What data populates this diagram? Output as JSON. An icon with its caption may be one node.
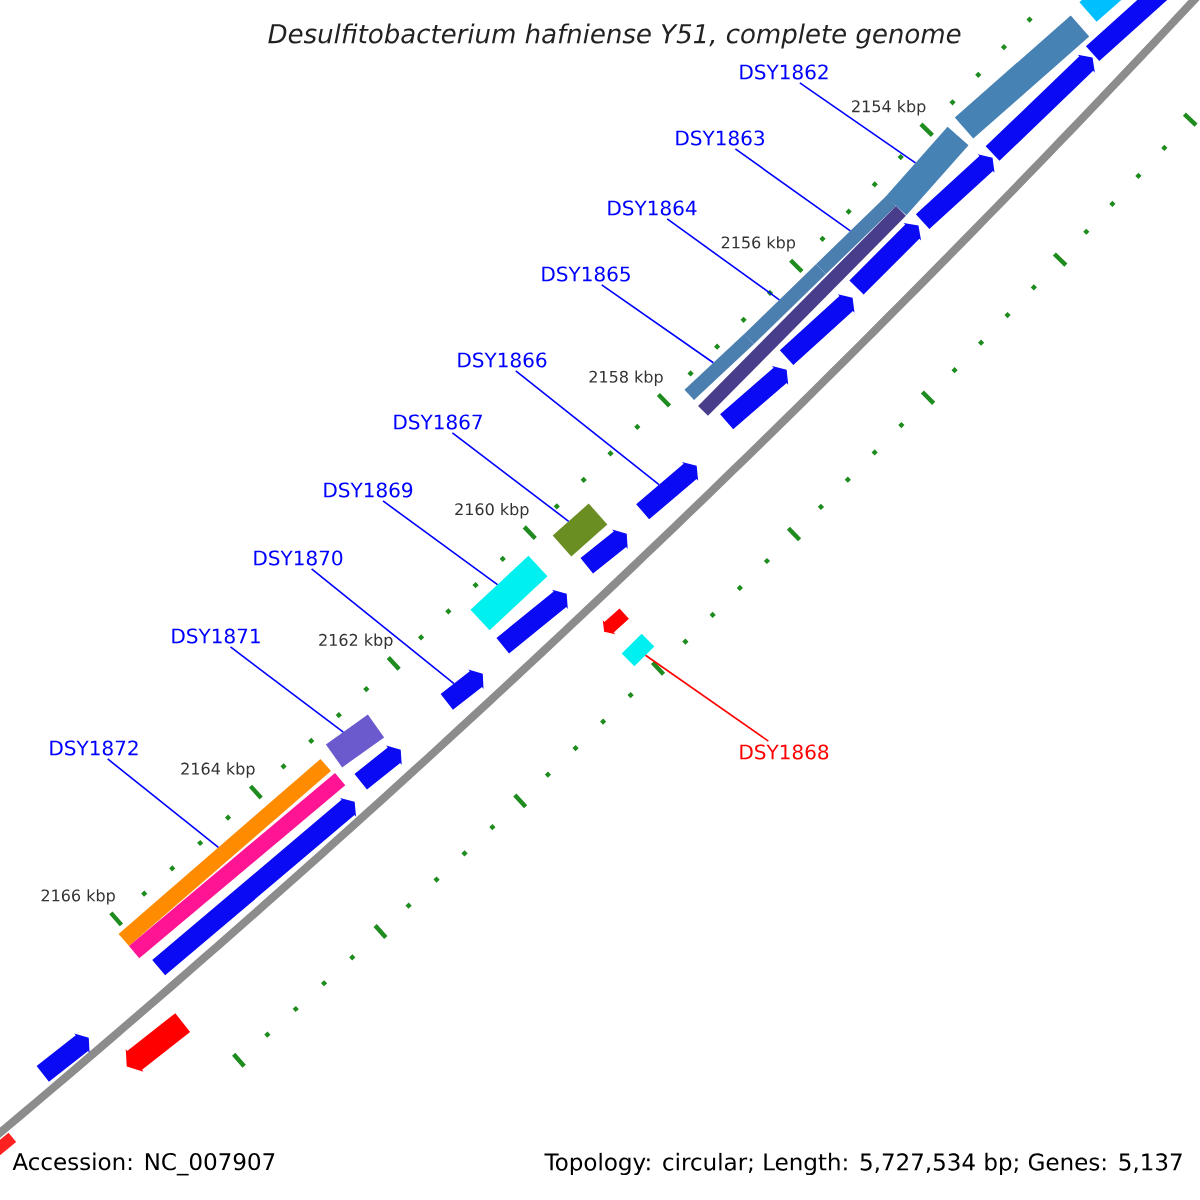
{
  "diagram": {
    "title": "Desulfitobacterium hafniense Y51, complete genome",
    "nodes": [
      {
        "text": [
          "DSY1862"
        ]
      },
      {
        "text": [
          "DSY1863"
        ]
      },
      {
        "text": [
          "DSY1864"
        ]
      },
      {
        "text": [
          "DSY1865"
        ]
      },
      {
        "text": [
          "DSY1866"
        ]
      },
      {
        "text": [
          "DSY1867"
        ]
      },
      {
        "text": [
          "DSY1869"
        ]
      },
      {
        "text": [
          "DSY1870"
        ]
      },
      {
        "text": [
          "DSY1871"
        ]
      },
      {
        "text": [
          "DSY1872"
        ]
      },
      {
        "text": [
          "DSY1868"
        ]
      },
      {
        "text": [],
        "shape": "bar"
      },
      {
        "text": [],
        "shape": "arrow"
      },
      {
        "text": [],
        "shape": "bar"
      },
      {
        "text": [],
        "shape": "arrow"
      },
      {
        "text": [],
        "shape": "bar"
      },
      {
        "text": [],
        "shape": "arrow"
      },
      {
        "text": [],
        "shape": "bar"
      },
      {
        "text": [],
        "shape": "arrow"
      },
      {
        "text": [],
        "shape": "bar"
      },
      {
        "text": [],
        "shape": "bar"
      },
      {
        "text": [],
        "shape": "arrow"
      },
      {
        "text": [],
        "shape": "bar"
      },
      {
        "text": [],
        "shape": "arrow"
      },
      {
        "text": [],
        "shape": "arrow"
      },
      {
        "text": [],
        "shape": "bar"
      },
      {
        "text": [],
        "shape": "arrow"
      },
      {
        "text": [],
        "shape": "bar"
      },
      {
        "text": [],
        "shape": "arrow"
      },
      {
        "text": [],
        "shape": "arrow"
      },
      {
        "text": [],
        "shape": "bar"
      },
      {
        "text": [],
        "shape": "arrow"
      },
      {
        "text": [],
        "shape": "bar"
      },
      {
        "text": [],
        "shape": "arrow"
      },
      {
        "text": [],
        "shape": "bar"
      },
      {
        "text": [],
        "shape": "bar"
      },
      {
        "text": [],
        "shape": "arrow"
      },
      {
        "text": [],
        "shape": "arrow"
      },
      {
        "text": [],
        "shape": "arrow"
      },
      {
        "text": [],
        "shape": "arrow"
      }
    ],
    "edges": [
      {
        "from": 0,
        "to": 15,
        "arrow": "none"
      },
      {
        "from": 1,
        "to": 17,
        "arrow": "none"
      },
      {
        "from": 2,
        "to": 19,
        "arrow": "none"
      },
      {
        "from": 3,
        "to": 22,
        "arrow": "none"
      },
      {
        "from": 4,
        "to": 24,
        "arrow": "none"
      },
      {
        "from": 5,
        "to": 25,
        "arrow": "none"
      },
      {
        "from": 6,
        "to": 27,
        "arrow": "none"
      },
      {
        "from": 7,
        "to": 31,
        "arrow": "none"
      },
      {
        "from": 8,
        "to": 32,
        "arrow": "none"
      },
      {
        "from": 9,
        "to": 34,
        "arrow": "none"
      },
      {
        "from": 10,
        "to": 30,
        "arrow": "none",
        "color": "#ff0000"
      }
    ],
    "labels": [
      "2154 kbp",
      "2156 kbp",
      "2158 kbp",
      "2160 kbp",
      "2162 kbp",
      "2164 kbp",
      "2166 kbp",
      "Accession: NC_007907",
      "Topology: circular; Length: 5,727,534 bp; Genes: 5,137"
    ]
  }
}
